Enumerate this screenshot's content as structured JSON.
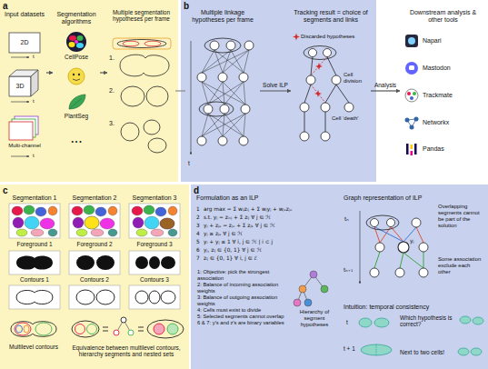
{
  "diagram": {
    "nodes": [
      {
        "text": [
          "a"
        ]
      },
      {
        "text": [
          "Input datasets"
        ],
        "in": 0
      },
      {
        "text": [
          "Segmentation algorithms"
        ],
        "in": 0
      },
      {
        "text": [
          "Multiple segmentation hypotheses per frame"
        ],
        "in": 0
      },
      {
        "text": [
          "b"
        ]
      },
      {
        "text": [
          "Multiple linkage hypotheses per frame"
        ],
        "in": 4
      },
      {
        "text": [
          "Tracking result = choice of segments and links"
        ],
        "in": 4
      },
      {
        "text": [
          "Downstream analysis & other tools"
        ]
      },
      {
        "text": [
          "c"
        ]
      },
      {
        "text": [
          "Segmentation 1"
        ],
        "in": 8
      },
      {
        "text": [
          "Segmentation 2"
        ],
        "in": 8
      },
      {
        "text": [
          "Segmentation 3"
        ],
        "in": 8
      },
      {
        "text": [
          "d"
        ]
      },
      {
        "text": [
          "Formulation as an ILP"
        ],
        "in": 12
      },
      {
        "text": [
          "Graph representation of ILP"
        ],
        "in": 12
      },
      {
        "text": [
          "Intuition: temporal consistency"
        ],
        "in": 12
      }
    ],
    "edges": [
      {
        "from": 1,
        "to": 2,
        "arrow": "to"
      },
      {
        "from": 2,
        "to": 3,
        "arrow": "to"
      },
      {
        "from": 3,
        "to": 5,
        "arrow": "none"
      },
      {
        "from": 5,
        "to": 6,
        "arrow": "to",
        "label": "Solve ILP"
      },
      {
        "from": 6,
        "to": 7,
        "arrow": "to",
        "label": "Analysis"
      }
    ],
    "labels": [
      "2D",
      "3D",
      "Multi-channel",
      "t",
      "t",
      "t",
      "CellPose",
      "PlantSeg",
      "• • •",
      "1.",
      "2.",
      "3.",
      "t",
      "Discarded hypotheses",
      "Cell division",
      "Cell ‘death’",
      "Napari",
      "Mastodon",
      "Trackmate",
      "Networkx",
      "Pandas",
      "Foreground 1",
      "Foreground 2",
      "Foreground 3",
      "Contours 1",
      "Contours 2",
      "Contours 3",
      "Multilevel contours",
      "Equivalence between multilevel contours, hierarchy segments and nested sets",
      "arg max = Σ wᵢⱼzᵢⱼ + Σ wⱼyⱼ + wⱼₒzⱼₒ",
      "s.t. yⱼ = zᵢₙⱼ + Σ zᵢⱼ ∀ j ∈ ℋ",
      "yⱼ + zⱼₐ = zⱼₒ + Σ zⱼₖ ∀ j ∈ ℋ",
      "yⱼ ≥ zⱼₐ ∀ j ∈ ℋ",
      "yᵢ + yⱼ ≤ 1 ∀ i, j ∈ ℋ | i ⊂ j",
      "yⱼ, zᵢⱼ ∈ {0, 1} ∀ j ∈ ℋ",
      "zᵢⱼ ∈ {0, 1} ∀ i, j ∈ ℰ",
      "1",
      "2",
      "3",
      "4",
      "5",
      "6",
      "7",
      "1: Objective: pick the strongest association",
      "2: Balance of incoming association weights",
      "3: Balance of outgoing association weights",
      "4: Cells must exist to divide",
      "5: Selected segments cannot overlap",
      "6 & 7: y's and z's are binary variables",
      "Hierarchy of segment hypotheses",
      "tₙ",
      "tₙ₊₁",
      "yⱼ",
      "Overlapping segments cannot be part of the solution",
      "Some association exclude each other",
      "Which hypothesis is correct?",
      "Next to two cells!",
      "t",
      "t + 1"
    ]
  }
}
